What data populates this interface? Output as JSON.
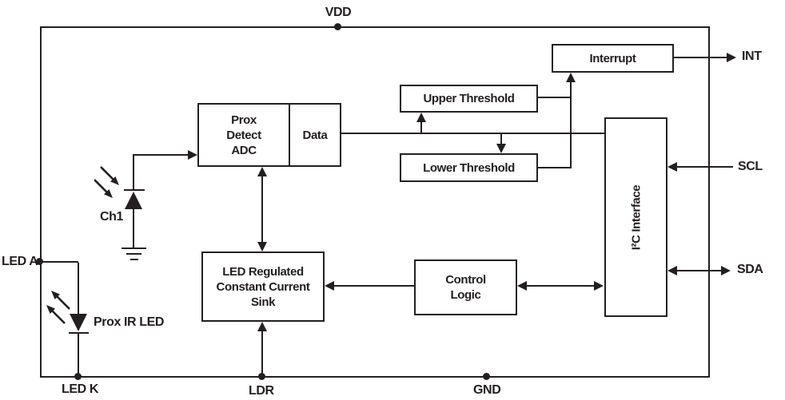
{
  "colors": {
    "ink": "#231f20",
    "background": "#ffffff"
  },
  "blocks": {
    "prox_adc": {
      "label": "Prox\nDetect\nADC"
    },
    "data_reg": {
      "label": "Data"
    },
    "upper_threshold": {
      "label": "Upper Threshold"
    },
    "lower_threshold": {
      "label": "Lower Threshold"
    },
    "interrupt": {
      "label": "Interrupt"
    },
    "i2c_interface": {
      "label": "I²C Interface"
    },
    "led_sink": {
      "label": "LED Regulated\nConstant Current\nSink"
    },
    "control_logic": {
      "label": "Control\nLogic"
    }
  },
  "pins": {
    "vdd": {
      "label": "VDD"
    },
    "int": {
      "label": "INT"
    },
    "scl": {
      "label": "SCL"
    },
    "sda": {
      "label": "SDA"
    },
    "led_a": {
      "label": "LED A"
    },
    "led_k": {
      "label": "LED K"
    },
    "ldr": {
      "label": "LDR"
    },
    "gnd": {
      "label": "GND"
    }
  },
  "components": {
    "photodiode": {
      "label": "Ch1"
    },
    "ir_led": {
      "label": "Prox IR LED"
    }
  }
}
